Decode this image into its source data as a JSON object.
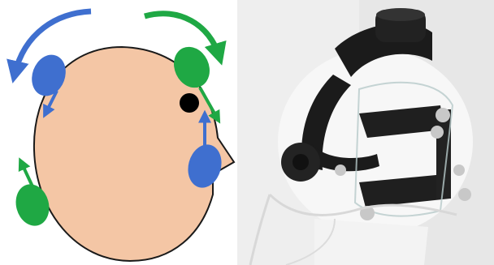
{
  "figure": {
    "colors": {
      "head_fill": "#f4c6a5",
      "head_outline": "#1a1a1a",
      "blue": "#3f6fcf",
      "green": "#1fa844",
      "ear": "#000000",
      "photo_background": "#f1f1f1",
      "mannequin": "#f7f7f7",
      "headset": "#1b1b1b",
      "marker": "#c8c8c8"
    },
    "left_panel": {
      "description_icons": [
        "head-outline",
        "blue-sensor",
        "green-sensor",
        "ear-marker",
        "rotation-arrow",
        "direction-arrow"
      ]
    },
    "right_panel": {
      "description_icons": [
        "mannequin-head",
        "headset-frame",
        "tracking-marker",
        "cable"
      ]
    }
  }
}
